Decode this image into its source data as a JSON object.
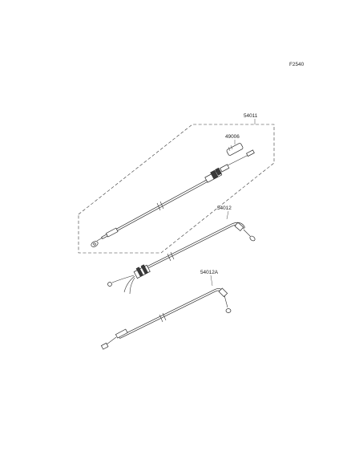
{
  "figure_code": "F2540",
  "parts": [
    {
      "number": "54011"
    },
    {
      "number": "49006"
    },
    {
      "number": "54012"
    },
    {
      "number": "54012A"
    }
  ],
  "colors": {
    "ink": "#2a2a2a",
    "background": "#ffffff"
  }
}
